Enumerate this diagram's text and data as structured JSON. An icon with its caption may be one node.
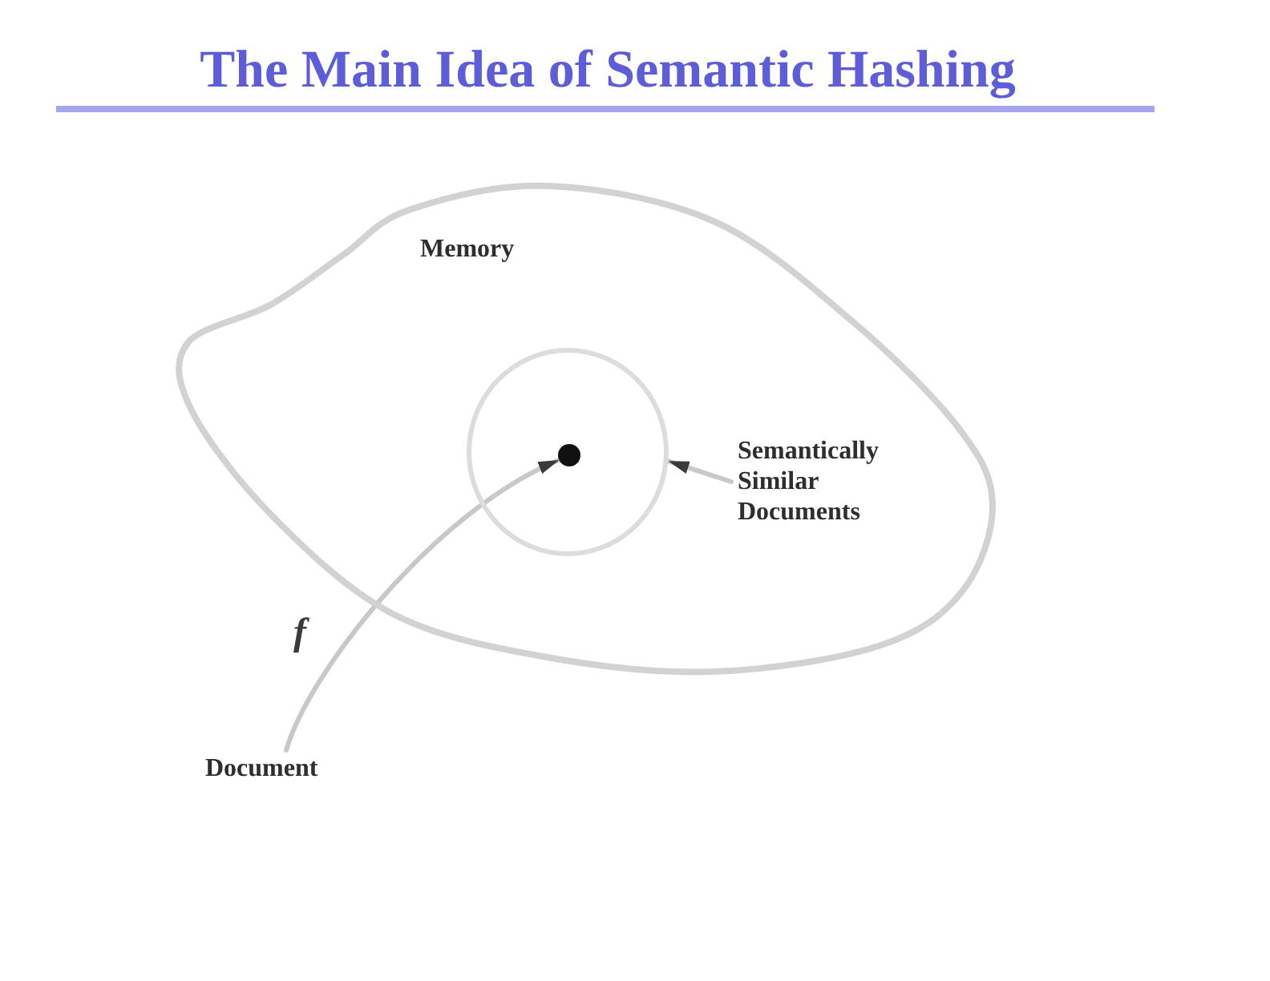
{
  "diagram": {
    "title": "The Main Idea of Semantic Hashing",
    "nodes": [
      {
        "text": [
          "Memory"
        ]
      },
      {
        "text": [],
        "shape": "circle",
        "in": 0
      },
      {
        "text": [],
        "shape": "circle",
        "in": 1
      },
      {
        "text": [
          "Semantically Similar Documents"
        ],
        "in": 0
      },
      {
        "text": [
          "Document"
        ]
      }
    ],
    "edges": [
      {
        "from": 4,
        "to": 2,
        "arrow": "to",
        "label": "f"
      },
      {
        "from": 3,
        "to": 1,
        "arrow": "to"
      }
    ]
  }
}
